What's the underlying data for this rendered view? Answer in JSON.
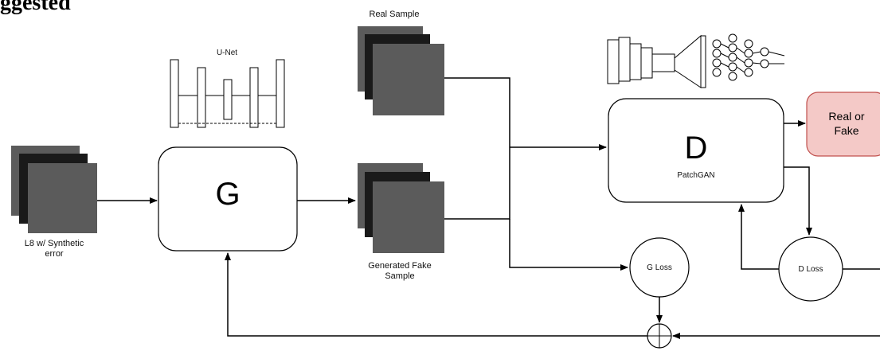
{
  "header": {
    "title_fragment": "ggested"
  },
  "input": {
    "label": "L8 w/ Synthetic error"
  },
  "generator": {
    "letter": "G",
    "unet_label": "U-Net"
  },
  "real_sample": {
    "label": "Real Sample"
  },
  "fake_sample": {
    "label": "Generated Fake Sample"
  },
  "discriminator": {
    "letter": "D",
    "subtitle": "PatchGAN"
  },
  "output": {
    "label": "Real or Fake",
    "fill": "#f4c9c7",
    "stroke": "#c0504d"
  },
  "g_loss": {
    "label": "G Loss"
  },
  "d_loss": {
    "label": "D Loss"
  },
  "colors": {
    "image_gray": "#5b5b5b",
    "image_dark": "#1a1a1a",
    "image_mid": "#4a4a4a",
    "line": "#000000"
  }
}
